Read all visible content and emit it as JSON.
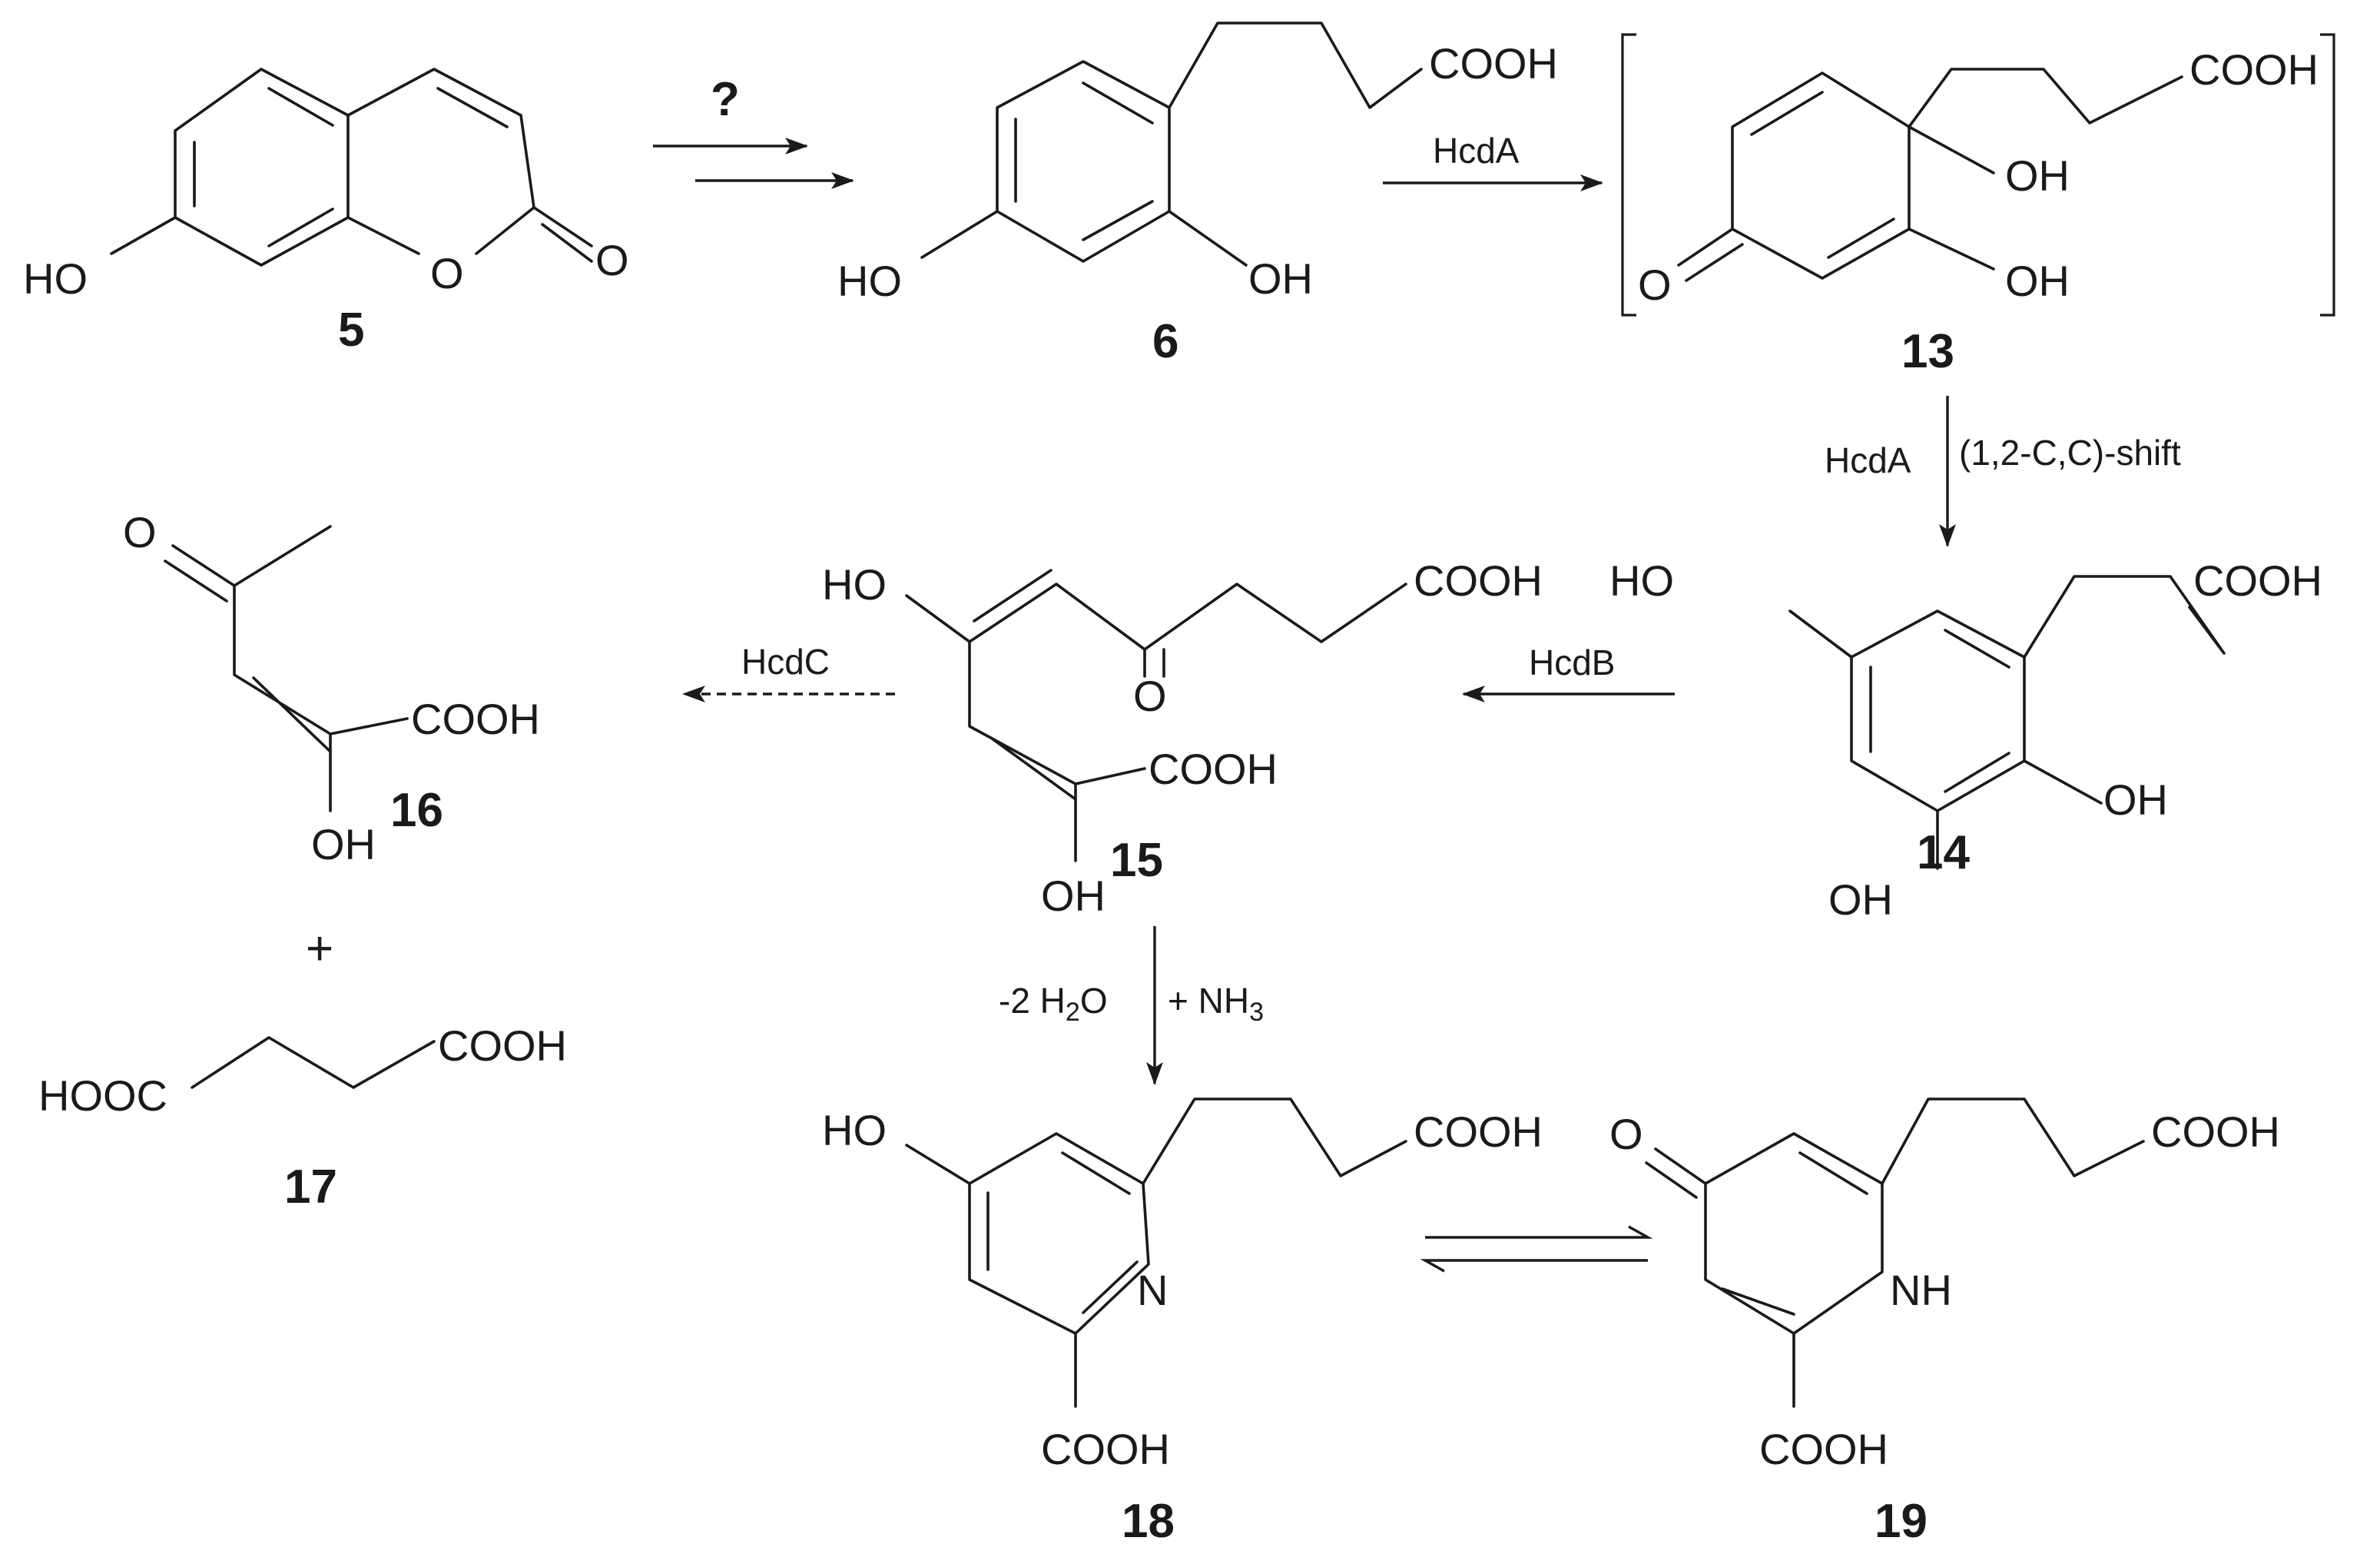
{
  "groups": {
    "COOH": "COOH",
    "HOOC": "HOOC",
    "HO": "HO",
    "OH": "OH",
    "O": "O",
    "N": "N",
    "NH": "NH"
  },
  "compounds": {
    "c5": "5",
    "c6": "6",
    "c13": "13",
    "c14": "14",
    "c15": "15",
    "c16": "16",
    "c17": "17",
    "c18": "18",
    "c19": "19"
  },
  "reactions": {
    "step_5_6": "?",
    "step_6_13": "HcdA",
    "step_13_14_enzyme": "HcdA",
    "step_13_14_note": "(1,2-C,C)-shift",
    "step_14_15": "HcdB",
    "step_15_16": "HcdC",
    "step_15_18_left": "-2 H",
    "step_15_18_left_sub": "2",
    "step_15_18_left_end": "O",
    "step_15_18_right": "+ NH",
    "step_15_18_right_sub": "3",
    "plus_sign": "+"
  }
}
